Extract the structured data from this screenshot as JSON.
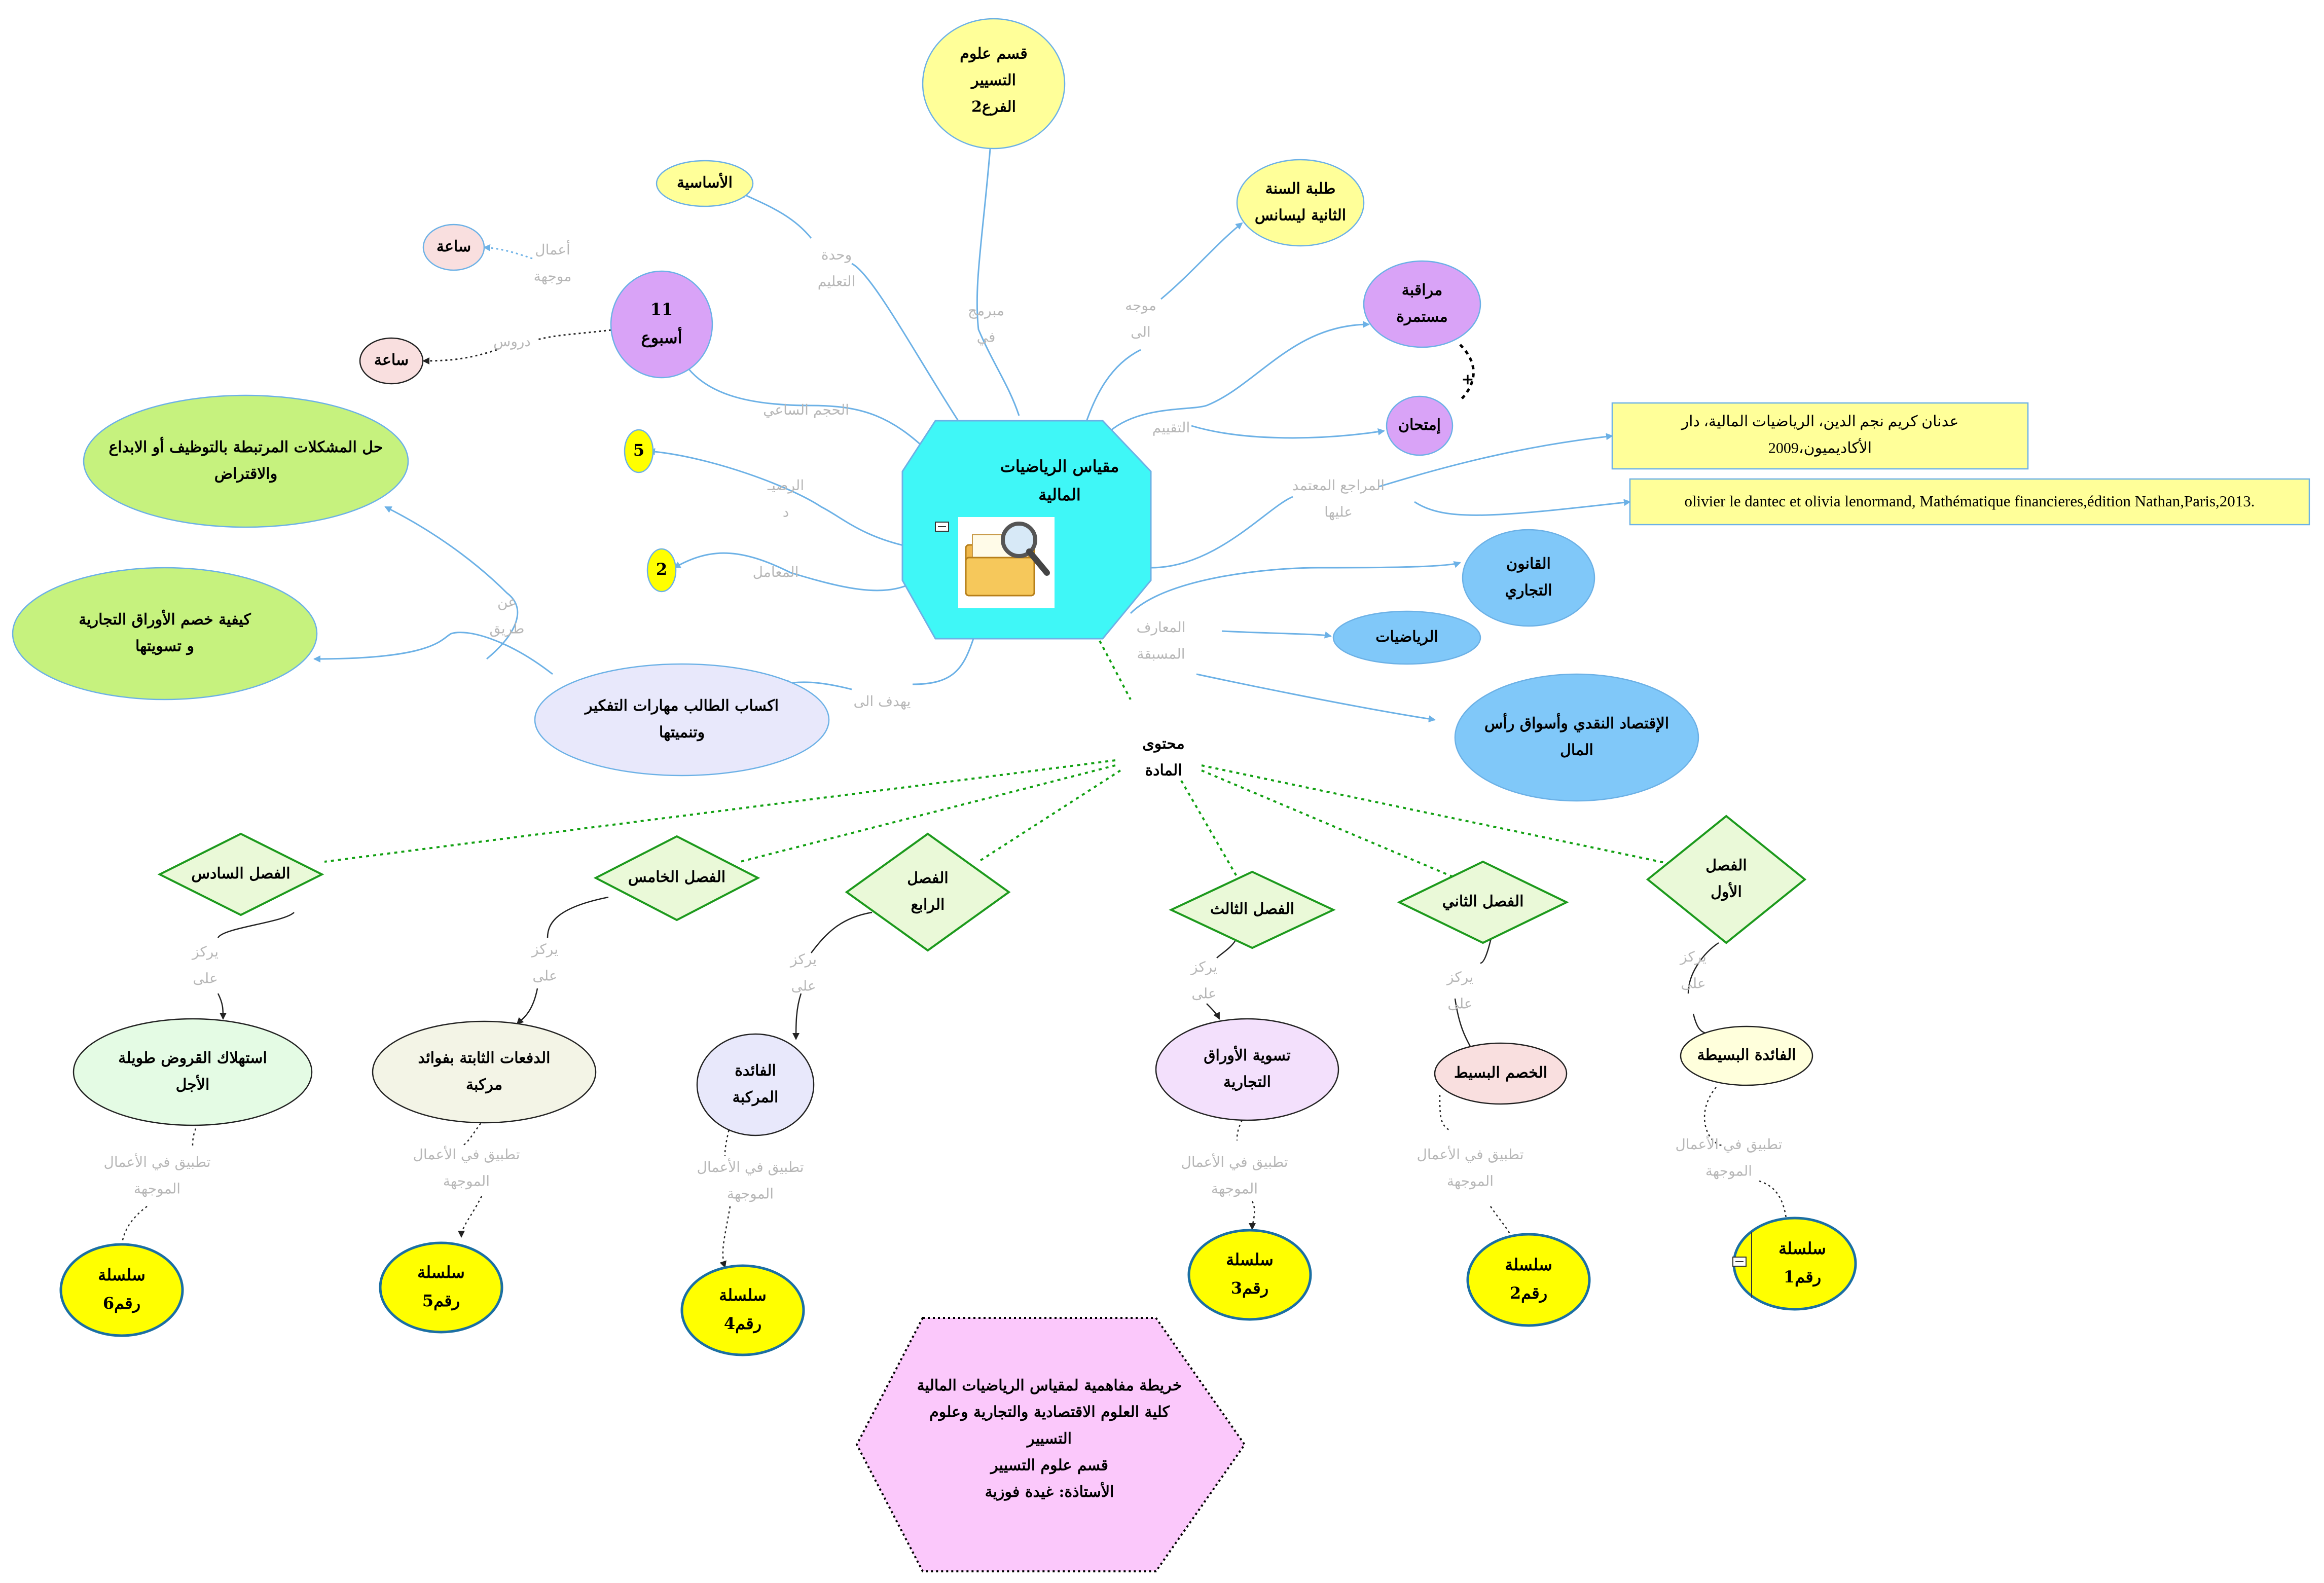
{
  "center": {
    "lines": [
      "مقياس الرياضيات",
      "المالية"
    ],
    "image_icon": "folder-magnifier-icon",
    "attach_icon": "attachment-icon"
  },
  "nodes": {
    "sciences_dept": [
      "قسم علوم",
      "التسيير",
      "الفرع2"
    ],
    "basic": [
      "الأساسية"
    ],
    "students": [
      "طلبة السنة",
      "الثانية ليسانس"
    ],
    "hour_top": [
      "ساعة"
    ],
    "hour_bottom": [
      "ساعة"
    ],
    "weeks": [
      "11",
      "أسبوع"
    ],
    "continuous": [
      "مراقبة",
      "مستمرة"
    ],
    "exam": [
      "إمتحان"
    ],
    "plus_sign": "+",
    "problems": [
      "حل المشكلات المرتبطة بالتوظيف أو الابداع",
      "والاقتراض"
    ],
    "balance": [
      "5"
    ],
    "coef": [
      "2"
    ],
    "discount": [
      "كيفية خصم الأوراق التجارية",
      "و  تسويتها"
    ],
    "skills": [
      "اكساب الطالب مهارات التفكير",
      "وتنميتها"
    ],
    "ref1": [
      "عدنان كريم نجم الدين، الرياضيات المالية، دار",
      "الأكاديميون،2009"
    ],
    "ref2": [
      "olivier le dantec et olivia lenormand,  Mathématique financieres,édition Nathan,Paris,2013."
    ],
    "law": [
      "القانون",
      "التجاري"
    ],
    "math": [
      "الرياضيات"
    ],
    "economy": [
      "الإقتصاد النقدي وأسواق رأس",
      "المال"
    ],
    "content": [
      "محتوى",
      "المادة"
    ],
    "chapters": [
      [
        "الفصل",
        "الأول"
      ],
      [
        "الفصل الثاني"
      ],
      [
        "الفصل الثالث"
      ],
      [
        "الفصل",
        "الرابع"
      ],
      [
        "الفصل الخامس"
      ],
      [
        "الفصل السادس"
      ]
    ],
    "topics": [
      [
        "الفائدة البسيطة"
      ],
      [
        "الخصم البسيط"
      ],
      [
        "تسوية الأوراق",
        "التجارية"
      ],
      [
        "الفائدة",
        "المركبة"
      ],
      [
        "الدفعات الثابتة بفوائد",
        "مركبة"
      ],
      [
        "استهلاك القروض طويلة",
        "الأجل"
      ]
    ],
    "series": [
      [
        "سلسلة",
        "رقم1"
      ],
      [
        "سلسلة",
        "رقم2"
      ],
      [
        "سلسلة",
        "رقم3"
      ],
      [
        "سلسلة",
        "رقم4"
      ],
      [
        "سلسلة",
        "رقم5"
      ],
      [
        "سلسلة",
        "رقم6"
      ]
    ],
    "title_box": [
      "خريطة مفاهمية لمقياس الرياضيات المالية",
      "كلية العلوم الاقتصادية والتجارية وعلوم",
      "التسيير",
      "قسم علوم التسيير",
      "الأستاذة: غيدة فوزية"
    ]
  },
  "edge_labels": {
    "unit": [
      "وحدة",
      "التعليم"
    ],
    "programmed": [
      "مبرمج",
      "في"
    ],
    "directed": [
      "موجه",
      "الى"
    ],
    "practical": [
      "أعمال",
      "موجهة"
    ],
    "lessons": [
      "دروس"
    ],
    "hourly": [
      "الحجم الساعي"
    ],
    "evaluation": [
      "التقييم"
    ],
    "balance": [
      "الرصيـ",
      "د"
    ],
    "coefficient": [
      "المعامل"
    ],
    "references": [
      "المراجع المعتمد",
      "عليها"
    ],
    "through": [
      "عن",
      "طريق"
    ],
    "aims": [
      "يهدف الى"
    ],
    "prior": [
      "المعارف",
      "المسبقة"
    ],
    "focus": [
      "يركز",
      "على"
    ],
    "apply": [
      "تطبيق في الأعمال",
      "الموجهة"
    ]
  },
  "colors": {
    "center_fill": "#3ff7f7",
    "yellow_light": "#ffff99",
    "yellow": "#ffff00",
    "purple": "#d9a3f7",
    "pink_light": "#f9dfdf",
    "green": "#c6f27e",
    "blue": "#80c8f9",
    "lavender": "#e8e8fb",
    "diamond_fill": "#eaf9d8",
    "diamond_stroke": "#1d9a1d",
    "dotted_green": "#12a012",
    "edge_blue": "#6cb1e6",
    "title_fill": "#fbc8fb"
  }
}
